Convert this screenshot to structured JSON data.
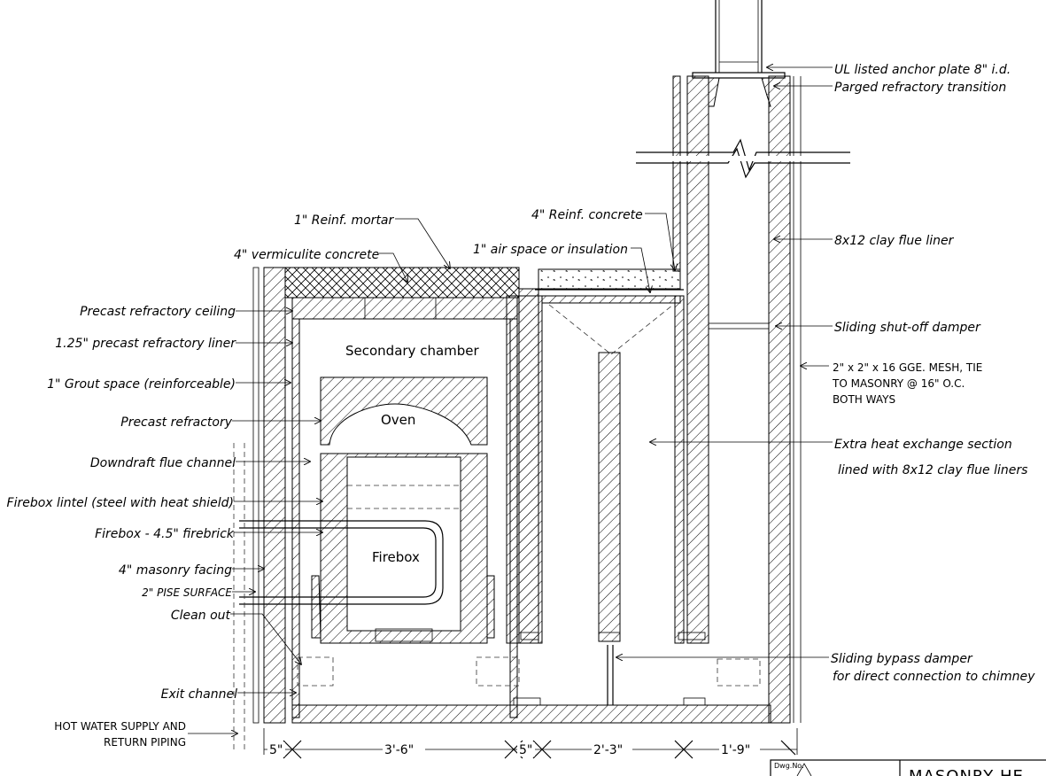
{
  "labels": {
    "ul_anchor_plate": "UL listed anchor plate 8\" i.d.",
    "parged_transition": "Parged refractory transition",
    "clay_flue_liner": "8x12 clay flue liner",
    "reinf_concrete": "4\" Reinf. concrete",
    "air_space": "1\" air space or insulation",
    "reinf_mortar": "1\" Reinf. mortar",
    "vermiculite": "4\" vermiculite concrete",
    "precast_ceiling": "Precast refractory ceiling",
    "precast_liner": "1.25\" precast refractory liner",
    "grout_space": "1\" Grout space (reinforceable)",
    "precast_refractory": "Precast refractory",
    "downdraft": "Downdraft flue channel",
    "firebox_lintel": "Firebox lintel (steel with heat shield)",
    "firebox_firebrick": "Firebox - 4.5\" firebrick",
    "masonry_facing": "4\" masonry facing",
    "pise_surface": "2\" PISE SURFACE",
    "clean_out": "Clean out",
    "exit_channel": "Exit channel",
    "hot_water_1": "HOT WATER SUPPLY AND",
    "hot_water_2": "RETURN PIPING",
    "sliding_shutoff": "Sliding shut-off damper",
    "mesh_1": "2\" x 2\"  x 16 GGE. MESH, TIE",
    "mesh_2": "TO MASONRY @ 16\" O.C.",
    "mesh_3": "BOTH WAYS",
    "extra_heat_1": "Extra heat exchange section",
    "extra_heat_2": "lined with 8x12 clay flue liners",
    "bypass_1": "Sliding bypass damper",
    "bypass_2": "for direct connection to chimney",
    "secondary_chamber": "Secondary chamber",
    "oven": "Oven",
    "firebox": "Firebox"
  },
  "dimensions": {
    "d1": "5\"",
    "d2": "3'-6\"",
    "d3": "5\"",
    "d4": "2'-3\"",
    "d5": "1'-9\""
  },
  "title_block": {
    "dwg_no_label": "Dwg.No.",
    "title": "MASONRY HE"
  }
}
